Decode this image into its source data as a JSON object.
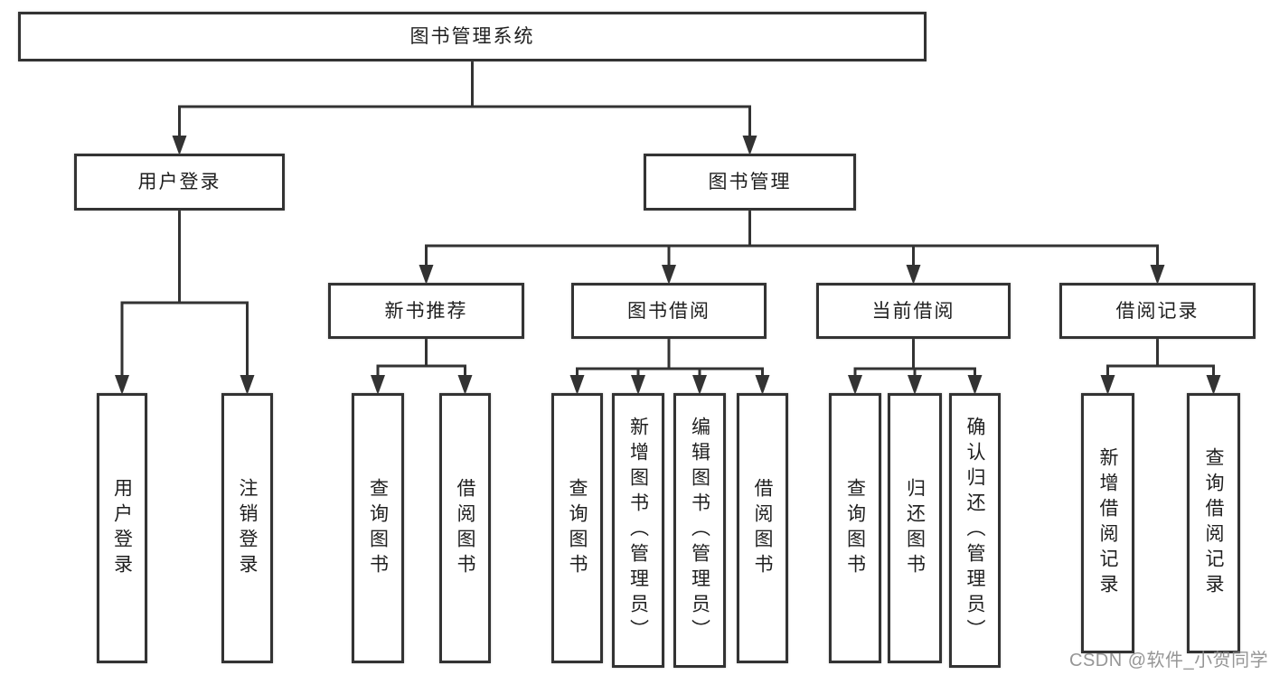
{
  "diagram": {
    "nodes": [
      {
        "id": "root",
        "label": "图书管理系统",
        "parent": null
      },
      {
        "id": "user-login",
        "label": "用户登录",
        "parent": "root"
      },
      {
        "id": "book-mgmt",
        "label": "图书管理",
        "parent": "root"
      },
      {
        "id": "new-book-rec",
        "label": "新书推荐",
        "parent": "book-mgmt"
      },
      {
        "id": "book-borrow",
        "label": "图书借阅",
        "parent": "book-mgmt"
      },
      {
        "id": "current-borrow",
        "label": "当前借阅",
        "parent": "book-mgmt"
      },
      {
        "id": "borrow-records",
        "label": "借阅记录",
        "parent": "book-mgmt"
      },
      {
        "id": "leaf-user-login",
        "label": "用户登录",
        "parent": "user-login"
      },
      {
        "id": "leaf-logout",
        "label": "注销登录",
        "parent": "user-login"
      },
      {
        "id": "leaf-nbr-query",
        "label": "查询图书",
        "parent": "new-book-rec"
      },
      {
        "id": "leaf-nbr-borrow",
        "label": "借阅图书",
        "parent": "new-book-rec"
      },
      {
        "id": "leaf-bb-query",
        "label": "查询图书",
        "parent": "book-borrow"
      },
      {
        "id": "leaf-bb-add",
        "label": "新增图书（管理员）",
        "parent": "book-borrow"
      },
      {
        "id": "leaf-bb-edit",
        "label": "编辑图书（管理员）",
        "parent": "book-borrow"
      },
      {
        "id": "leaf-bb-borrow",
        "label": "借阅图书",
        "parent": "book-borrow"
      },
      {
        "id": "leaf-cb-query",
        "label": "查询图书",
        "parent": "current-borrow"
      },
      {
        "id": "leaf-cb-return",
        "label": "归还图书",
        "parent": "current-borrow"
      },
      {
        "id": "leaf-cb-confirm",
        "label": "确认归还（管理员）",
        "parent": "current-borrow"
      },
      {
        "id": "leaf-br-add",
        "label": "新增借阅记录",
        "parent": "borrow-records"
      },
      {
        "id": "leaf-br-query",
        "label": "查询借阅记录",
        "parent": "borrow-records"
      }
    ]
  },
  "watermark": {
    "text": "CSDN @软件_小贺同学"
  },
  "colors": {
    "line": "#333333",
    "border": "#333333",
    "text": "#1f1f1f",
    "background": "#ffffff",
    "watermark": "#878787"
  }
}
